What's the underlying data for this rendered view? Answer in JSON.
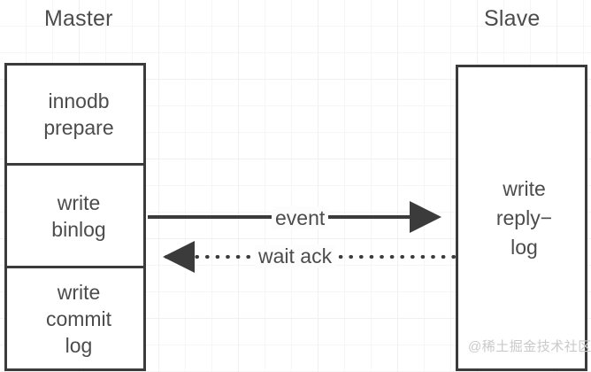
{
  "diagram": {
    "title_master": "Master",
    "title_slave": "Slave",
    "master_cells": [
      {
        "name": "innodb-prepare",
        "label": "innodb\nprepare"
      },
      {
        "name": "write-binlog",
        "label": "write\nbinlog"
      },
      {
        "name": "write-commit-log",
        "label": "write\ncommit\nlog"
      }
    ],
    "slave_cell": {
      "name": "write-reply-log",
      "label": "write\nreply−\nlog"
    },
    "arrows": [
      {
        "name": "event-arrow",
        "label": "event",
        "style": "solid",
        "direction": "right",
        "from": "write binlog",
        "to": "write reply-log"
      },
      {
        "name": "wait-ack-arrow",
        "label": "wait ack",
        "style": "dotted",
        "direction": "left",
        "from": "write reply-log",
        "to": "write binlog"
      }
    ],
    "watermark": "@稀土掘金技术社区",
    "colors": {
      "box_border": "#3b3b3b",
      "text": "#4c4c4c",
      "grid_minor": "#f6f6f6",
      "grid_major": "#f0f0f0",
      "background": "#ffffff",
      "watermark": "#c9c9c9"
    }
  }
}
